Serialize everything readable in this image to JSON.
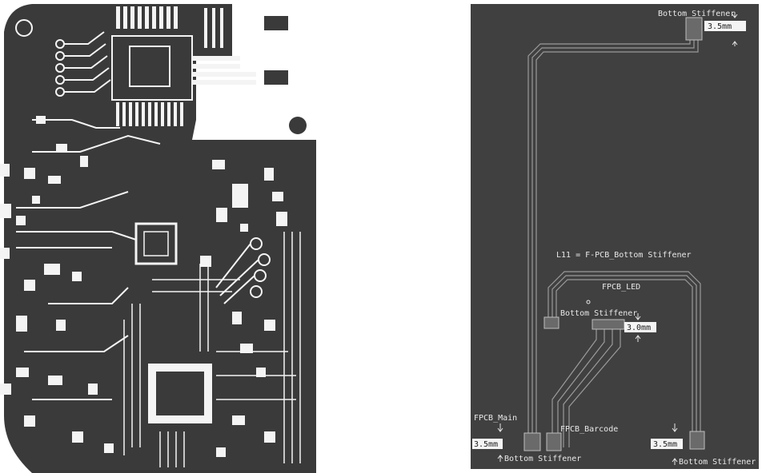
{
  "left_panel": {
    "description_none": ""
  },
  "right_panel": {
    "labels": {
      "stiffener_top": "Bottom Stiffener",
      "dim_top": "3.5mm",
      "layer_note": "L11 = F-PCB_Bottom Stiffener",
      "fpcb_led": "FPCB_LED",
      "stiffener_mid": "Bottom Stiffener",
      "dim_mid": "3.0mm",
      "fpcb_main": "FPCB_Main",
      "dim_main": "3.5mm",
      "stiffener_bottom_left": "Bottom Stiffener",
      "fpcb_barcode": "FPCB_Barcode",
      "dim_bottom_right": "3.5mm",
      "stiffener_bottom_right": "Bottom Stiffener"
    }
  },
  "colors": {
    "board_dark": "#3a3a3a",
    "copper_white": "#f4f4f4",
    "panel_bg": "#404040",
    "trace": "#9a9a9a"
  }
}
